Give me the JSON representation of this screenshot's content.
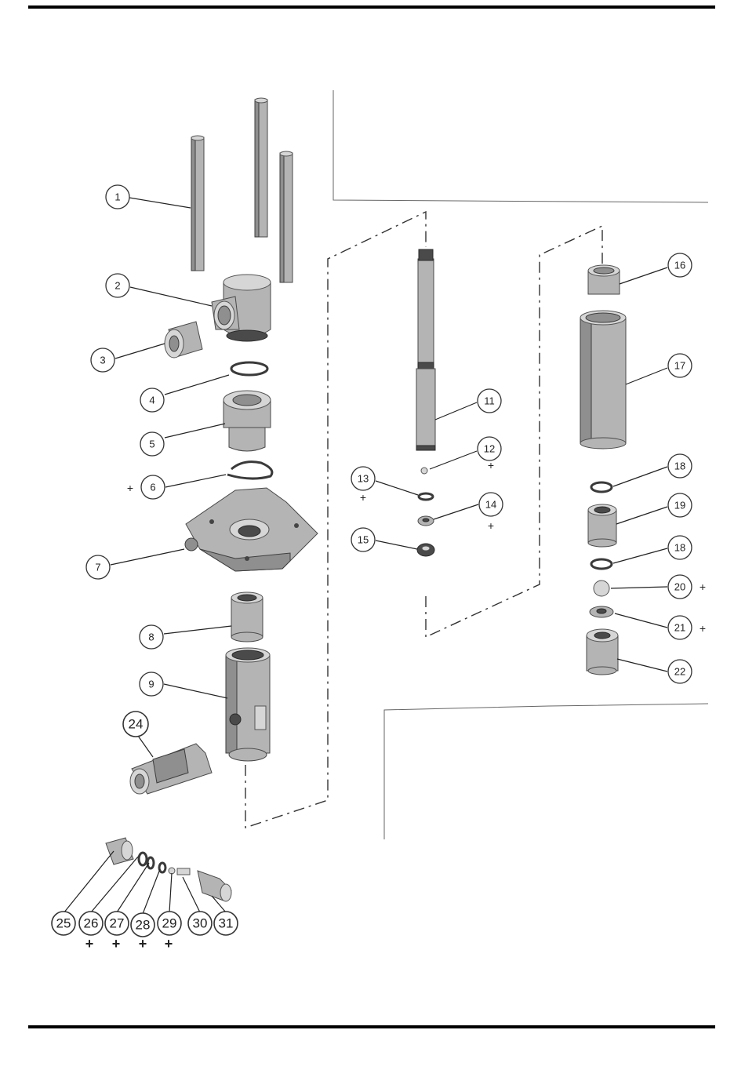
{
  "callouts": [
    {
      "label": "1"
    },
    {
      "label": "2"
    },
    {
      "label": "3"
    },
    {
      "label": "4"
    },
    {
      "label": "5"
    },
    {
      "label": "6"
    },
    {
      "label": "7"
    },
    {
      "label": "8"
    },
    {
      "label": "9"
    },
    {
      "label": "11"
    },
    {
      "label": "12"
    },
    {
      "label": "13"
    },
    {
      "label": "14"
    },
    {
      "label": "15"
    },
    {
      "label": "16"
    },
    {
      "label": "17"
    },
    {
      "label": "18"
    },
    {
      "label": "19"
    },
    {
      "label": "18"
    },
    {
      "label": "20"
    },
    {
      "label": "21"
    },
    {
      "label": "22"
    },
    {
      "label": "24"
    },
    {
      "label": "25"
    },
    {
      "label": "26"
    },
    {
      "label": "27"
    },
    {
      "label": "28"
    },
    {
      "label": "29"
    },
    {
      "label": "30"
    },
    {
      "label": "31"
    }
  ],
  "plus_marker": "+",
  "colors": {
    "rule": "#000000",
    "line": "#222222",
    "part_metal": "#b4b4b4",
    "part_dark": "#4a4a4a"
  }
}
